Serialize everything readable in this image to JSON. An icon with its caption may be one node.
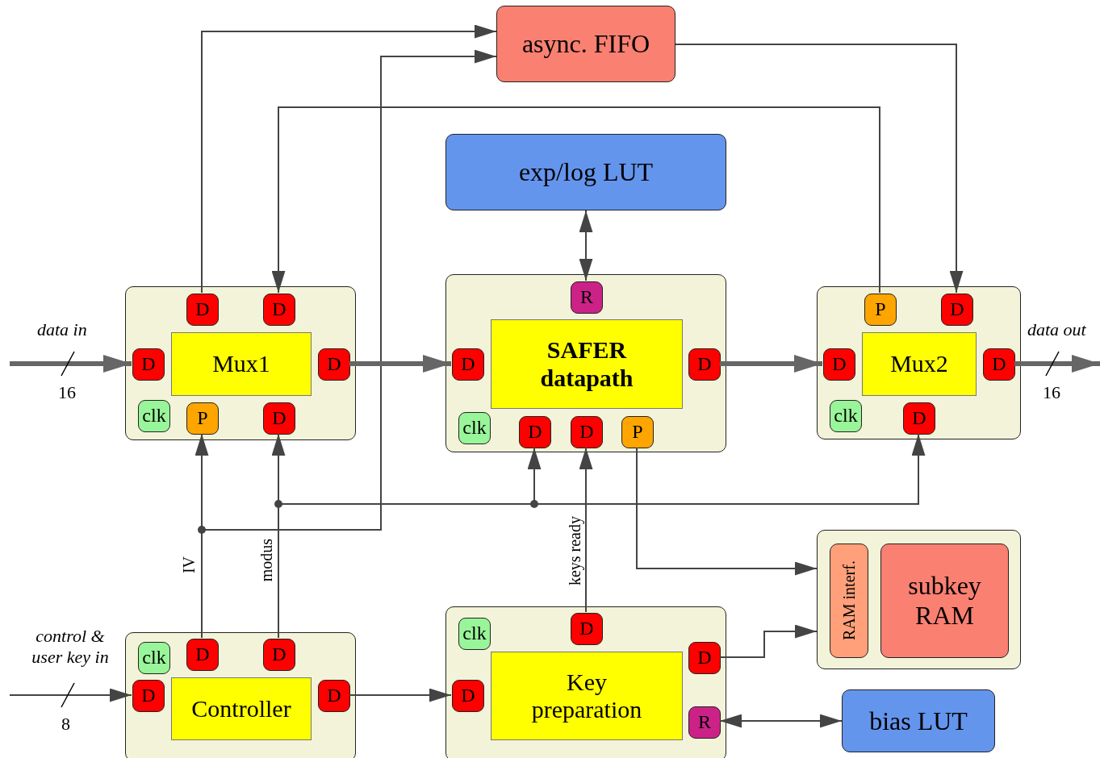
{
  "diagram": {
    "nodes": [
      {
        "text": [
          "async. FIFO"
        ]
      },
      {
        "text": [
          "exp/log LUT"
        ]
      },
      {
        "text": [],
        "shape": "box"
      },
      {
        "text": [
          "D"
        ],
        "in": 2
      },
      {
        "text": [
          "D"
        ],
        "in": 2
      },
      {
        "text": [
          "D"
        ],
        "in": 2
      },
      {
        "text": [
          "Mux1"
        ],
        "in": 2
      },
      {
        "text": [
          "D"
        ],
        "in": 2
      },
      {
        "text": [
          "clk"
        ],
        "in": 2
      },
      {
        "text": [
          "P"
        ],
        "in": 2
      },
      {
        "text": [
          "D"
        ],
        "in": 2
      },
      {
        "text": [],
        "shape": "box"
      },
      {
        "text": [
          "R"
        ],
        "in": 11
      },
      {
        "text": [
          "SAFER datapath"
        ],
        "in": 11
      },
      {
        "text": [
          "D"
        ],
        "in": 11
      },
      {
        "text": [
          "D"
        ],
        "in": 11
      },
      {
        "text": [
          "clk"
        ],
        "in": 11
      },
      {
        "text": [
          "D"
        ],
        "in": 11
      },
      {
        "text": [
          "D"
        ],
        "in": 11
      },
      {
        "text": [
          "P"
        ],
        "in": 11
      },
      {
        "text": [],
        "shape": "box"
      },
      {
        "text": [
          "P"
        ],
        "in": 20
      },
      {
        "text": [
          "D"
        ],
        "in": 20
      },
      {
        "text": [
          "D"
        ],
        "in": 20
      },
      {
        "text": [
          "Mux2"
        ],
        "in": 20
      },
      {
        "text": [
          "D"
        ],
        "in": 20
      },
      {
        "text": [
          "clk"
        ],
        "in": 20
      },
      {
        "text": [
          "D"
        ],
        "in": 20
      },
      {
        "text": [],
        "shape": "box"
      },
      {
        "text": [
          "RAM interf."
        ],
        "in": 28
      },
      {
        "text": [
          "subkey RAM"
        ],
        "in": 28
      },
      {
        "text": [],
        "shape": "box"
      },
      {
        "text": [
          "clk"
        ],
        "in": 31
      },
      {
        "text": [
          "D"
        ],
        "in": 31
      },
      {
        "text": [
          "D"
        ],
        "in": 31
      },
      {
        "text": [
          "D"
        ],
        "in": 31
      },
      {
        "text": [
          "Controller"
        ],
        "in": 31
      },
      {
        "text": [
          "D"
        ],
        "in": 31
      },
      {
        "text": [],
        "shape": "box"
      },
      {
        "text": [
          "clk"
        ],
        "in": 38
      },
      {
        "text": [
          "D"
        ],
        "in": 38
      },
      {
        "text": [
          "D"
        ],
        "in": 38
      },
      {
        "text": [
          "D"
        ],
        "in": 38
      },
      {
        "text": [
          "Key preparation"
        ],
        "in": 38
      },
      {
        "text": [
          "R"
        ],
        "in": 38
      },
      {
        "text": [
          "bias LUT"
        ]
      }
    ],
    "edges": [
      {
        "from": 3,
        "to": 0,
        "arrow": "to"
      },
      {
        "from": 33,
        "to": 9,
        "arrow": "to",
        "label": "IV"
      },
      {
        "from": 33,
        "to": 0,
        "arrow": "to"
      },
      {
        "from": 34,
        "to": 10,
        "arrow": "to",
        "label": "modus"
      },
      {
        "from": 34,
        "to": 17,
        "arrow": "to"
      },
      {
        "from": 34,
        "to": 27,
        "arrow": "to"
      },
      {
        "from": 21,
        "to": 4,
        "arrow": "to"
      },
      {
        "from": 0,
        "to": 22,
        "arrow": "to"
      },
      {
        "from": 1,
        "to": 12,
        "arrow": "both"
      },
      {
        "from": null,
        "to": 5,
        "arrow": "to",
        "label": "data in",
        "style": "thick"
      },
      {
        "from": 7,
        "to": 14,
        "arrow": "to",
        "style": "thick"
      },
      {
        "from": 15,
        "to": 23,
        "arrow": "to",
        "style": "thick"
      },
      {
        "from": 25,
        "to": null,
        "arrow": "to",
        "label": "data out",
        "style": "thick"
      },
      {
        "from": 40,
        "to": 18,
        "arrow": "to",
        "label": "keys ready"
      },
      {
        "from": 19,
        "to": 28,
        "arrow": "to"
      },
      {
        "from": 41,
        "to": 28,
        "arrow": "to"
      },
      {
        "from": 44,
        "to": 45,
        "arrow": "both"
      },
      {
        "from": 37,
        "to": 42,
        "arrow": "to"
      },
      {
        "from": null,
        "to": 35,
        "arrow": "to",
        "label": "control & user key in"
      }
    ],
    "labels": [
      "16",
      "16",
      "8"
    ]
  }
}
